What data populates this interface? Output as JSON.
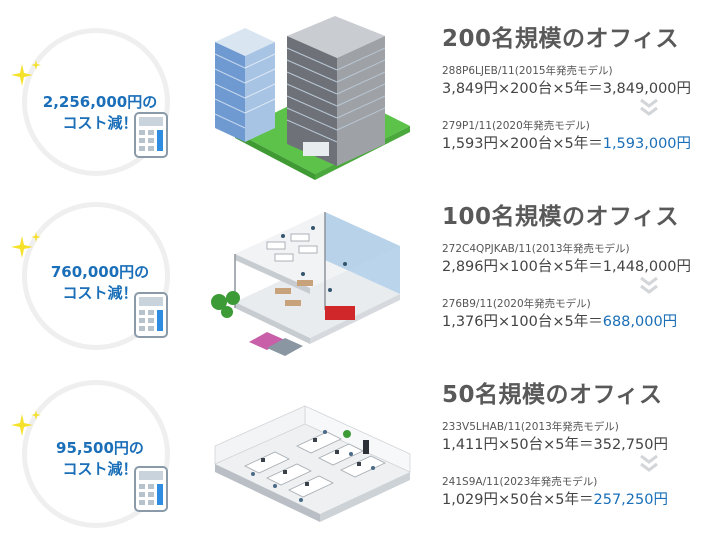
{
  "offices": [
    {
      "title": "200名規模のオフィス",
      "savings_amount": "2,256,000円の",
      "savings_suffix": "コスト減！",
      "old_model": "288P6LJEB/11(2015年発売モデル)",
      "old_calc": "3,849円×200台×5年＝",
      "old_total": "3,849,000円",
      "new_model": "279P1/11(2020年発売モデル)",
      "new_calc": "1,593円×200台×5年＝",
      "new_total": "1,593,000円"
    },
    {
      "title": "100名規模のオフィス",
      "savings_amount": "760,000円の",
      "savings_suffix": "コスト減！",
      "old_model": "272C4QPJKAB/11(2013年発売モデル)",
      "old_calc": "2,896円×100台×5年＝",
      "old_total": "1,448,000円",
      "new_model": "276B9/11(2020年発売モデル)",
      "new_calc": "1,376円×100台×5年＝",
      "new_total": "688,000円"
    },
    {
      "title": "50名規模のオフィス",
      "savings_amount": "95,500円の",
      "savings_suffix": "コスト減！",
      "old_model": "233V5LHAB/11(2013年発売モデル)",
      "old_calc": "1,411円×50台×5年＝",
      "old_total": "352,750円",
      "new_model": "241S9A/11(2023年発売モデル)",
      "new_calc": "1,029円×50台×5年＝",
      "new_total": "257,250円"
    }
  ],
  "colors": {
    "accent_blue": "#1a6fb8",
    "title_gray": "#595959",
    "sparkle_yellow": "#f5e12a",
    "lawn_green": "#5cc24a"
  },
  "icons": [
    "sparkle-icon",
    "calculator-icon",
    "chevron-down-icon"
  ]
}
